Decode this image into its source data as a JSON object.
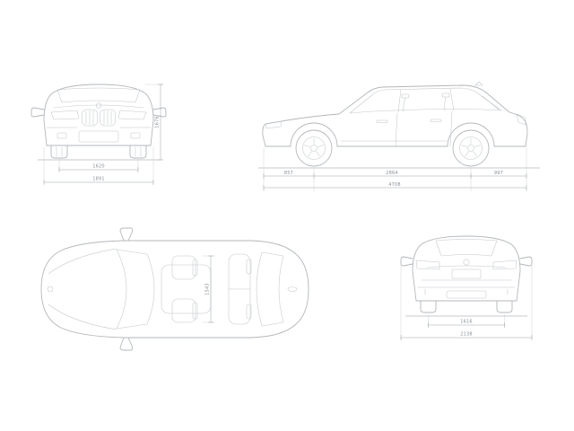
{
  "document": {
    "kind": "vehicle-dimensions-blueprint",
    "background": "#ffffff"
  },
  "colors": {
    "outline": "#b3b7bb",
    "detail": "#c2c6c9",
    "dimension_line": "#9ba1a7",
    "dimension_text": "#8a9096"
  },
  "views": {
    "front": {
      "name": "front-view",
      "dim_track": "1620",
      "dim_width": "1891",
      "dim_height": "1676"
    },
    "side": {
      "name": "side-view",
      "dim_front_overhang": "857",
      "dim_wheelbase": "2864",
      "dim_rear_overhang": "997",
      "dim_length": "4708"
    },
    "top": {
      "name": "top-view",
      "dim_cabin": "1543"
    },
    "rear": {
      "name": "rear-view",
      "dim_track": "1616",
      "dim_width_mirrors": "2138"
    }
  }
}
